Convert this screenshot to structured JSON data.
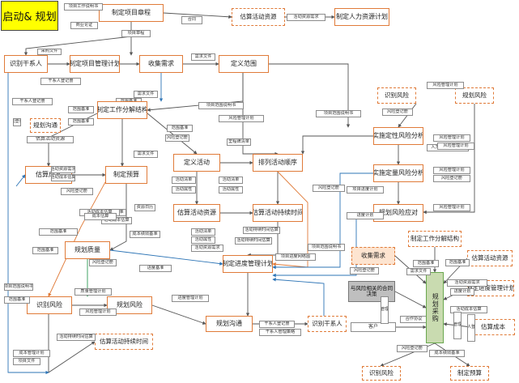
{
  "title": "启动& 规划",
  "nodes": {
    "n1": "制定项目章程",
    "n2": "项目工作说明书",
    "n3": "商业论证",
    "n4": "合同",
    "n5": "估算活动资源",
    "n6": "活动资源需求",
    "n7": "制定人力资源计划",
    "n8": "项目章程",
    "n9": "采购文件",
    "n10": "识别干系人",
    "n11": "制定项目管理计划",
    "n12": "收集需求",
    "n13": "需求文件",
    "n14": "定义范围",
    "n15": "干系人登记册",
    "n16": "干系人登记册",
    "n17": "需求文件",
    "n18": "范围基准",
    "n19": "制定工作分解结构",
    "n20": "项目范围说明书",
    "n21": "识别风险",
    "n22": "规划风险",
    "n23": "范围基准",
    "n24": "风险管理计划",
    "n25": "风险登记册",
    "n26": "规划沟通",
    "n27": "范围基准",
    "n28": "实施定性风险分析",
    "n29": "风险管理计划",
    "n30": "人力资源管理计划",
    "n31": "项目范围说明书",
    "n32": "范围基准",
    "n33": "估算成本",
    "n34": "估算活动资源",
    "n35": "制定预算",
    "n36": "定义活动",
    "n37": "活动清单",
    "n38": "活动属性",
    "n39": "里程碑清单",
    "n40": "排列活动顺序",
    "n41": "实施定量风险分析",
    "n42": "风险管理计划",
    "n43": "风险登记册",
    "n44": "项目进度计划",
    "n45": "活动资源需求",
    "n46": "活动成本估算",
    "n47": "活动清单",
    "n48": "活动属性",
    "n49": "估算活动资源",
    "n50": "估算活动持续时间",
    "n51": "规划风险应对",
    "n52": "风险管理计划",
    "n53": "成本绩效基准",
    "n54": "资源日历",
    "n55": "活动成本估算",
    "n56": "活动清单",
    "n57": "活动属性",
    "n58": "活动资源需求",
    "n59": "活动持续时间估算",
    "n60": "规划质量",
    "n61": "范围基准",
    "n62": "风险登记册",
    "n63": "制定进度管理计划",
    "n64": "进度基准",
    "n65": "项目进度网络图",
    "n66": "识别风险",
    "n67": "规划风险",
    "n68": "质量管理计划",
    "n69": "风险管理计划",
    "n70": "范围基准",
    "n71": "进度管理计划",
    "n72": "规划沟通",
    "n73": "干系人登记册",
    "n74": "干系人管理策略",
    "n75": "识别干系人",
    "n76": "收集需求",
    "n77": "制定工作分解结构",
    "n78": "估算活动资源",
    "n79": "制定进度管理计划",
    "n80": "估算成本",
    "n81": "与风险相关的合同决策",
    "n82": "客户",
    "n83": "合作协议",
    "n84": "规划采购",
    "n85": "识别风险",
    "n86": "制定预算",
    "n87": "风险登记册",
    "n88": "成本绩效基准",
    "n89": "估算活动持续时间",
    "n90": "活动持续时间估算",
    "n91": "成本管理计划",
    "n92": "项目文件",
    "n93": "范围基准",
    "n94": "需求文件",
    "n95": "范围基准",
    "n96": "活动资源需求",
    "n97": "进度计划",
    "n98": "活动成本估算",
    "n99": "干系人登记册",
    "n100": "风险管理计划",
    "n101": "风险管理计划",
    "n102": "范围基准",
    "n103": "风险登记册",
    "n104": "活动成本估算",
    "n105": "成本绩效基准",
    "n106": "活动持续时间估算",
    "n107": "风险登记册",
    "n108": "风险管理计划",
    "n109": "风险登记册",
    "n110": "需求文件",
    "n111": "风险登记册",
    "n112": "进度计划",
    "n113": "风险管理计划",
    "n114": "成本估算",
    "n115": "风险登记册",
    "n116": "项目范围说明书",
    "n117": "项目范围说明书"
  }
}
